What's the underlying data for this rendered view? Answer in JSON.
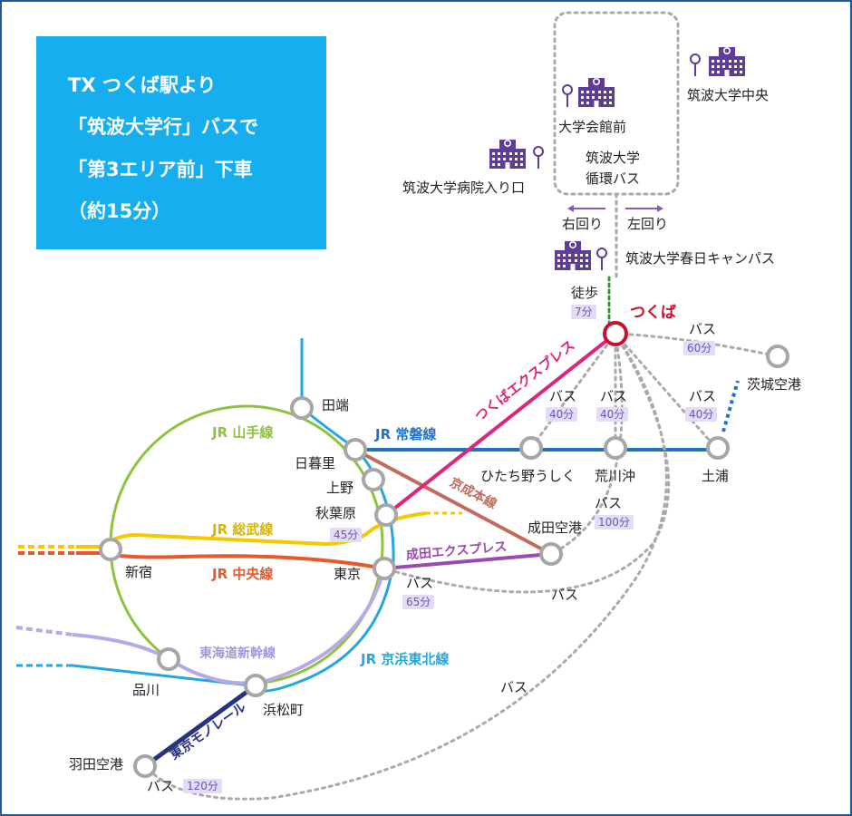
{
  "info": {
    "line1": "TX つくば駅より",
    "line2": "「筑波大学行」バスで",
    "line3": "「第3エリア前」下車",
    "line4": "（約15分）"
  },
  "campus": {
    "hall": "大学会館前",
    "chuo": "筑波大学中央",
    "hospital": "筑波大学病院入り口",
    "loop_bus_line1": "筑波大学",
    "loop_bus_line2": "循環バス",
    "right_loop": "右回り",
    "left_loop": "左回り",
    "kasuga": "筑波大学春日キャンパス",
    "walk": "徒歩",
    "walk_time": "7分"
  },
  "lines": {
    "yamanote": "JR 山手線",
    "joban": "JR 常磐線",
    "sobu": "JR 総武線",
    "chuo": "JR 中央線",
    "keihin": "JR 京浜東北線",
    "tokaido": "東海道新幹線",
    "monorail": "東京モノレール",
    "keisei": "京成本線",
    "narita_express": "成田エクスプレス",
    "tsukuba_express": "つくばエクスプレス"
  },
  "stations": {
    "tsukuba": "つくば",
    "ibaraki_airport": "茨城空港",
    "tabata": "田端",
    "nippori": "日暮里",
    "ueno": "上野",
    "akihabara": "秋葉原",
    "tokyo": "東京",
    "shinjuku": "新宿",
    "shinagawa": "品川",
    "hamamatsucho": "浜松町",
    "haneda": "羽田空港",
    "hitachino": "ひたち野うしく",
    "arakawaoki": "荒川沖",
    "tsuchiura": "土浦",
    "narita": "成田空港"
  },
  "bus": {
    "label": "バス",
    "airport_time": "60分",
    "hitachino_time": "40分",
    "arakawaoki_time": "40分",
    "tsuchiura_time": "40分",
    "narita_time": "100分",
    "tokyo_time": "65分",
    "haneda_time": "120分",
    "akihabara_time": "45分"
  },
  "colors": {
    "info_bg": "#17aef0",
    "yamanote": "#8cc43f",
    "joban": "#1e73c8",
    "sobu": "#f5c800",
    "chuo": "#e8582a",
    "keihin": "#22a7e0",
    "tokaido": "#b8a8e6",
    "monorail": "#28327e",
    "keisei": "#c06b5c",
    "narita_express": "#9a4ab0",
    "tsukuba_express": "#e0247c",
    "tsukuba_station": "#c8102e",
    "campus_icon": "#5f3c9a",
    "bus_route": "#aaaaaa"
  }
}
